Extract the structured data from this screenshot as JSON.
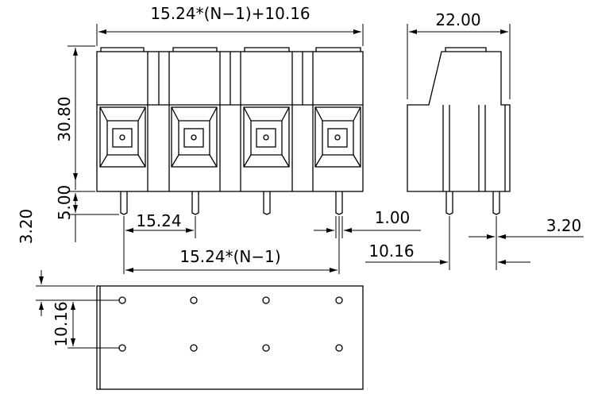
{
  "dimensions": {
    "top_width": "15.24*(N−1)+10.16",
    "side_width": "22.00",
    "height_body": "30.80",
    "height_pin": "5.00",
    "pin_offset": "3.20",
    "pitch": "15.24",
    "pitch_total": "15.24*(N−1)",
    "pin_width": "1.00",
    "pin_offset_right": "3.20",
    "row_spacing_right": "10.16",
    "row_spacing_bottom": "10.16"
  },
  "colors": {
    "line": "#000000",
    "background": "#ffffff"
  },
  "views": [
    "front-view",
    "side-view",
    "bottom-footprint-view"
  ]
}
